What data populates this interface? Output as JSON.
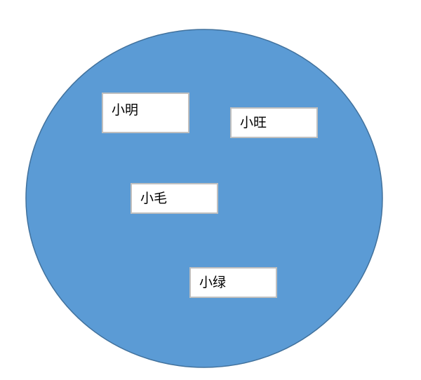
{
  "diagram": {
    "circle": {
      "fill": "#5b9bd5",
      "stroke": "#41719c"
    },
    "boxes": [
      {
        "label": "小明"
      },
      {
        "label": "小旺"
      },
      {
        "label": "小毛"
      },
      {
        "label": "小绿"
      }
    ]
  }
}
